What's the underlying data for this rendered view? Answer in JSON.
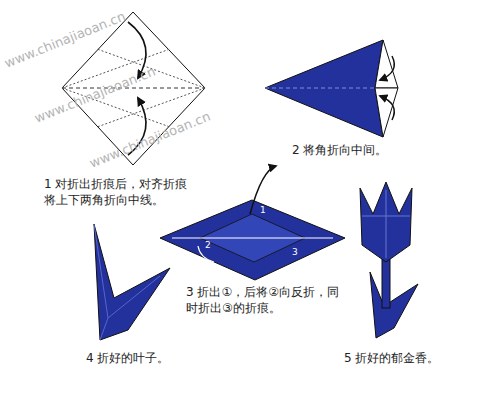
{
  "diagram": {
    "labels": [
      "www.chinajiaoan.cn",
      "www.chinajiaoan.cn",
      "www.chinajiaoan.cn",
      "1 对折出折痕后，对齐折痕将上下两角折向中线。",
      "2 将角折向中间。",
      "1",
      "2",
      "3",
      "3 折出①，后将②向反折，同时折出③的折痕。",
      "4 折好的叶子。",
      "5 折好的郁金香。"
    ]
  }
}
